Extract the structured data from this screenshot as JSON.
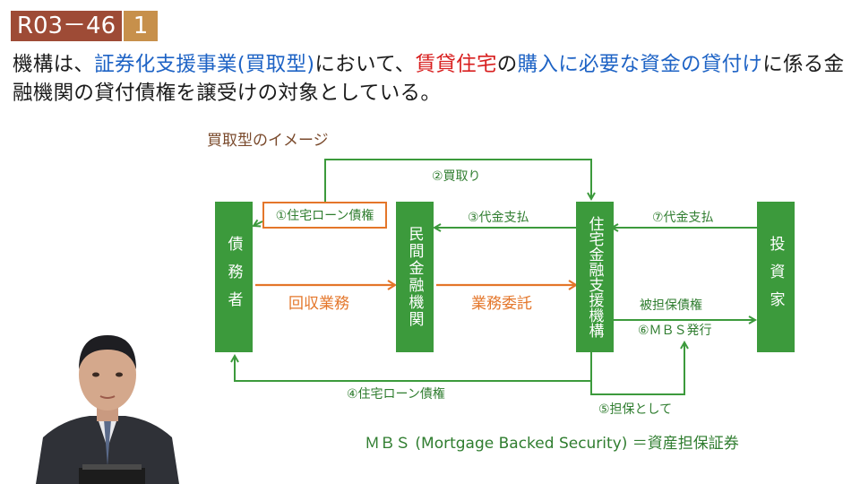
{
  "header": {
    "question_number": "R03－46",
    "choice_number": "1"
  },
  "question": {
    "parts": [
      {
        "text": "機構は、",
        "color": "black"
      },
      {
        "text": "証券化支援事業(買取型)",
        "color": "blue"
      },
      {
        "text": "において、",
        "color": "black"
      },
      {
        "text": "賃貸住宅",
        "color": "red"
      },
      {
        "text": "の",
        "color": "black"
      },
      {
        "text": "購入に必要な資金の貸付け",
        "color": "blue"
      },
      {
        "text": "に係る金融機関の貸付債権を譲受けの対象としている。",
        "color": "black"
      }
    ]
  },
  "diagram": {
    "title": "買取型のイメージ",
    "boxes": {
      "debtor": "債務者",
      "bank": "民間金融機関",
      "agency": "住宅金融支援機構",
      "investor": "投資家"
    },
    "labels": {
      "step1": "①住宅ローン債権",
      "step2": "②買取り",
      "step3": "③代金支払",
      "step4": "④住宅ローン債権",
      "step5": "⑤担保として",
      "step6_top": "被担保債権",
      "step6": "⑥ＭＢＳ発行",
      "step7": "⑦代金支払",
      "collection": "回収業務",
      "entrust": "業務委託"
    },
    "footnote": "ＭＢＳ (Mortgage Backed Security) ＝資産担保証券"
  },
  "colors": {
    "green": "#3c9a3c",
    "orange": "#e4762a",
    "blue": "#1e63c5",
    "red": "#d81e1e",
    "badge": "#9e4b36",
    "badge_light": "#c7904b"
  }
}
